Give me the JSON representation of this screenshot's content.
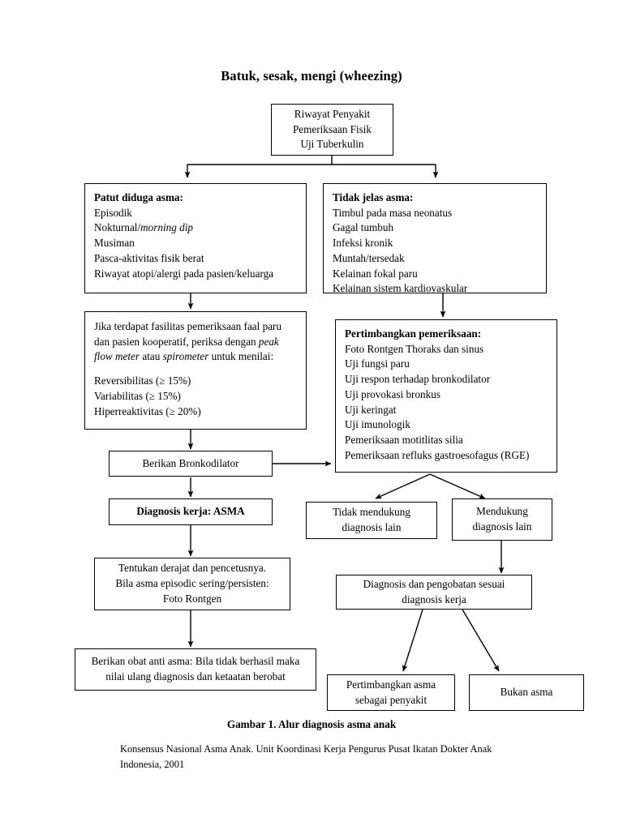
{
  "document": {
    "title": "Batuk, sesak, mengi (wheezing)",
    "caption": "Gambar 1. Alur diagnosis asma anak",
    "source_line_1": "Konsensus Nasional Asma Anak. Unit Koordinasi Kerja Pengurus Pusat Ikatan Dokter Anak",
    "source_line_2": "Indonesia, 2001",
    "line_color": "#000000",
    "background_color": "#ffffff"
  },
  "nodes": {
    "history": {
      "l1": "Riwayat Penyakit",
      "l2": "Pemeriksaan Fisik",
      "l3": "Uji Tuberkulin"
    },
    "suspected_asthma": {
      "heading": "Patut diduga asma:",
      "i1": "Episodik",
      "i2a": "Nokturnal/",
      "i2b": "morning dip",
      "i3": "Musiman",
      "i4": "Pasca-aktivitas fisik berat",
      "i5": "Riwayat atopi/alergi pada pasien/keluarga"
    },
    "unclear_asthma": {
      "heading": "Tidak jelas asma:",
      "i1": "Timbul pada masa neonatus",
      "i2": "Gagal tumbuh",
      "i3": "Infeksi kronik",
      "i4": "Muntah/tersedak",
      "i5": "Kelainan fokal paru",
      "i6": "Kelainan sistem kardiovaskular"
    },
    "lung_function": {
      "p1": "Jika terdapat fasilitas pemeriksaan faal paru",
      "p2": "dan pasien kooperatif, periksa dengan ",
      "p2i": "peak",
      "p3i": "flow meter",
      "p3a": " atau ",
      "p3i2": "spirometer",
      "p3b": " untuk menilai:",
      "m1": "Reversibilitas (≥ 15%)",
      "m2": "Variabilitas (≥ 15%)",
      "m3": "Hiperreaktivitas (≥ 20%)"
    },
    "consider_tests": {
      "heading": "Pertimbangkan pemeriksaan:",
      "i1": "Foto Rontgen Thoraks dan sinus",
      "i2": "Uji fungsi paru",
      "i3": "Uji respon terhadap bronkodilator",
      "i4": "Uji provokasi bronkus",
      "i5": "Uji keringat",
      "i6": "Uji imunologik",
      "i7": "Pemeriksaan motitlitas silia",
      "i8": "Pemeriksaan refluks gastroesofagus (RGE)"
    },
    "give_bronchodilator": {
      "l1": "Berikan Bronkodilator"
    },
    "working_diagnosis": {
      "l1": "Diagnosis kerja: ASMA"
    },
    "determine_severity": {
      "l1": "Tentukan derajat dan pencetusnya.",
      "l2": "Bila asma episodic sering/persisten:",
      "l3": "Foto Rontgen"
    },
    "give_antiasthma": {
      "l1": "Berikan obat anti asma: Bila tidak berhasil maka",
      "l2": "nilai ulang diagnosis dan ketaatan berobat"
    },
    "not_support_other": {
      "l1": "Tidak mendukung",
      "l2": "diagnosis lain"
    },
    "support_other": {
      "l1": "Mendukung",
      "l2": "diagnosis lain"
    },
    "diagnose_treat": {
      "l1": "Diagnosis dan pengobatan sesuai",
      "l2": "diagnosis kerja"
    },
    "consider_asthma_comorbid": {
      "l1": "Pertimbangkan asma",
      "l2": "sebagai penyakit"
    },
    "not_asthma": {
      "l1": "Bukan asma"
    }
  }
}
